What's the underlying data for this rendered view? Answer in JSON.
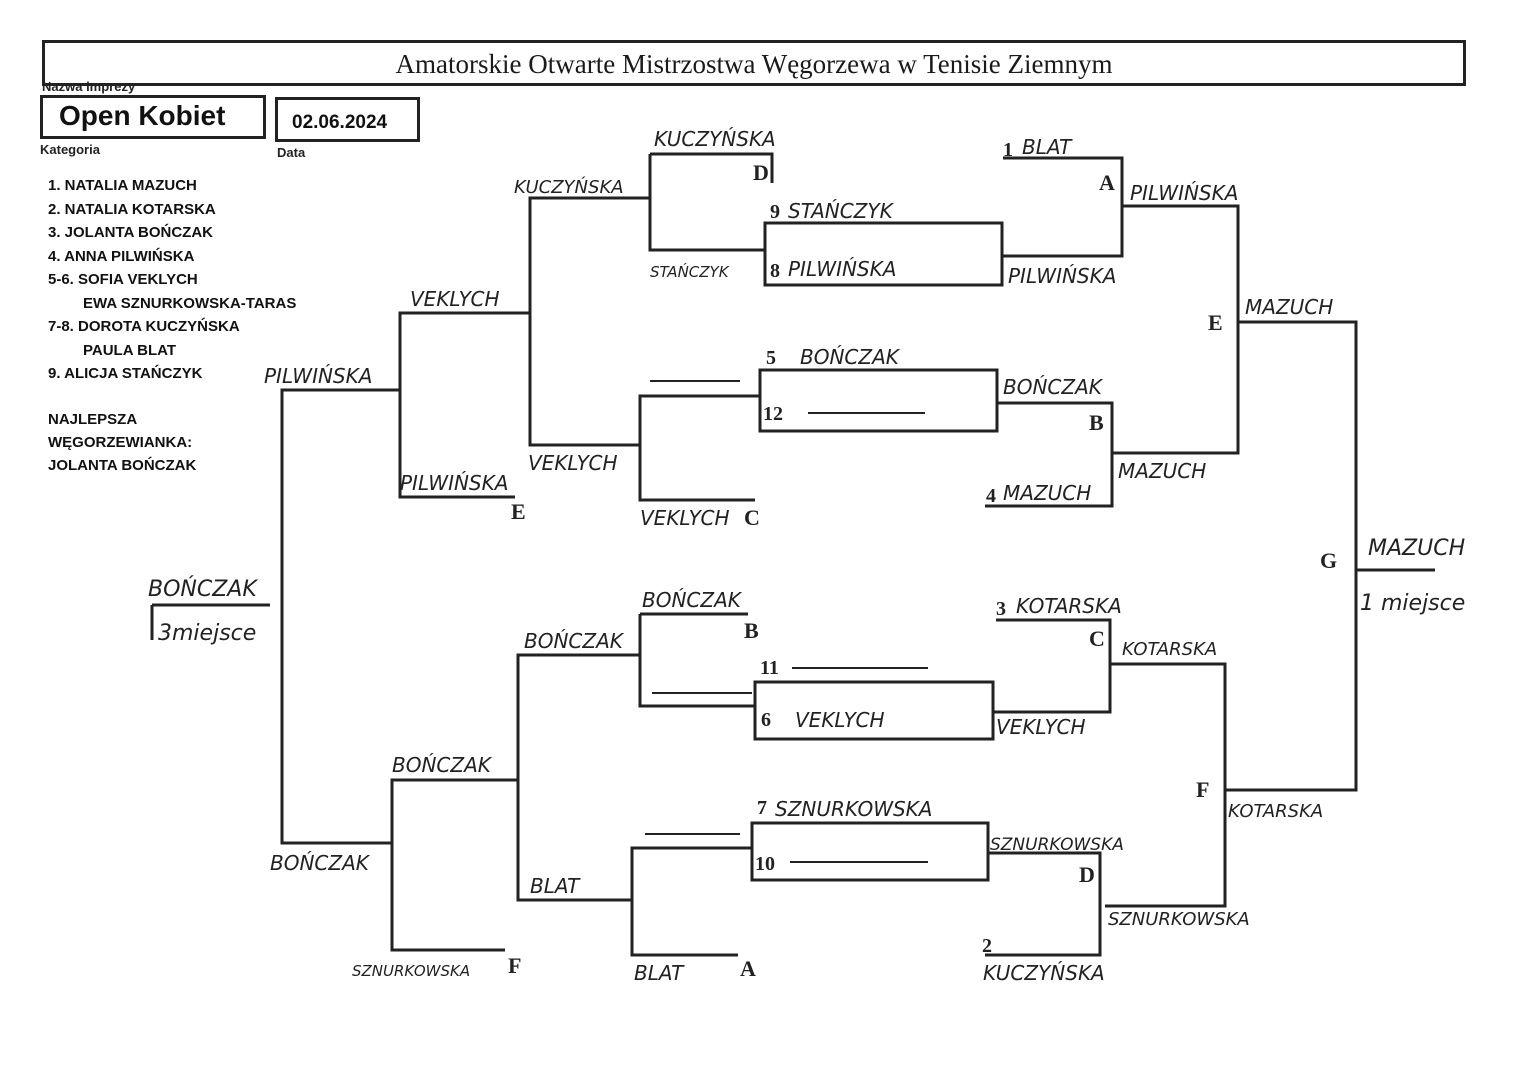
{
  "header": {
    "title": "Amatorskie Otwarte Mistrzostwa Węgorzewa w Tenisie Ziemnym",
    "event_label": "Nazwa imprezy",
    "category_value": "Open Kobiet",
    "category_label": "Kategoria",
    "date_value": "02.06.2024",
    "date_label": "Data"
  },
  "results": [
    "1. NATALIA MAZUCH",
    "2. NATALIA KOTARSKA",
    "3. JOLANTA BOŃCZAK",
    "4. ANNA PILWIŃSKA",
    "5-6. SOFIA VEKLYCH",
    "EWA SZNURKOWSKA-TARAS",
    "7-8. DOROTA KUCZYŃSKA",
    "PAULA BLAT",
    "9. ALICJA STAŃCZYK"
  ],
  "best_local": [
    "NAJLEPSZA",
    "WĘGORZEWIANKA:",
    "JOLANTA BOŃCZAK"
  ],
  "bracket": {
    "seeds": {
      "s1": "1",
      "s1_name": "BLAT",
      "s9": "9",
      "s9_name": "STAŃCZYK",
      "s8": "8",
      "s8_name": "PILWIŃSKA",
      "s5": "5",
      "s5_name": "BOŃCZAK",
      "s12": "12",
      "s4": "4",
      "s4_name": "MAZUCH",
      "s3": "3",
      "s3_name": "KOTARSKA",
      "s11": "11",
      "s6": "6",
      "s6_name": "VEKLYCH",
      "s7": "7",
      "s7_name": "SZNURKOWSKA",
      "s10": "10",
      "s2": "2",
      "s2_name": "KUCZYŃSKA"
    },
    "letters": {
      "a_top": "A",
      "b_top": "B",
      "c_top": "C",
      "d_top": "D",
      "e_top": "E",
      "e_left": "E",
      "c_left": "C",
      "a_bottom": "A",
      "b_left": "B",
      "d_bottom": "D",
      "f_right": "F",
      "f_left": "F",
      "g": "G"
    },
    "names": {
      "kuczynska_top": "KUCZYŃSKA",
      "kuczynska_left": "KUCZYŃSKA",
      "stanczyk_small": "STAŃCZYK",
      "pilwinska_a": "PILWIŃSKA",
      "pilwinska_right": "PILWIŃSKA",
      "mazuch_e": "MAZUCH",
      "veklych_top": "VEKLYCH",
      "pilwinska_mid": "PILWIŃSKA",
      "bonczak_b": "BOŃCZAK",
      "mazuch_b": "MAZUCH",
      "veklych_mid": "VEKLYCH",
      "pilwinska_e": "PILWIŃSKA",
      "veklych_c": "VEKLYCH",
      "mazuch_final": "MAZUCH",
      "first_place": "1 miejsce",
      "bonczak_third": "BOŃCZAK",
      "third_place": "3miejsce",
      "bonczak_bl": "BOŃCZAK",
      "bonczak_b2": "BOŃCZAK",
      "kotarska_c": "KOTARSKA",
      "veklych_c2": "VEKLYCH",
      "bonczak_mid2": "BOŃCZAK",
      "kotarska_f": "KOTARSKA",
      "sznurkowska_d": "SZNURKOWSKA",
      "blat_mid": "BLAT",
      "sznurkowska_f2": "SZNURKOWSKA",
      "bonczak_low": "BOŃCZAK",
      "sznurkowska_f": "SZNURKOWSKA",
      "blat_a": "BLAT"
    }
  }
}
